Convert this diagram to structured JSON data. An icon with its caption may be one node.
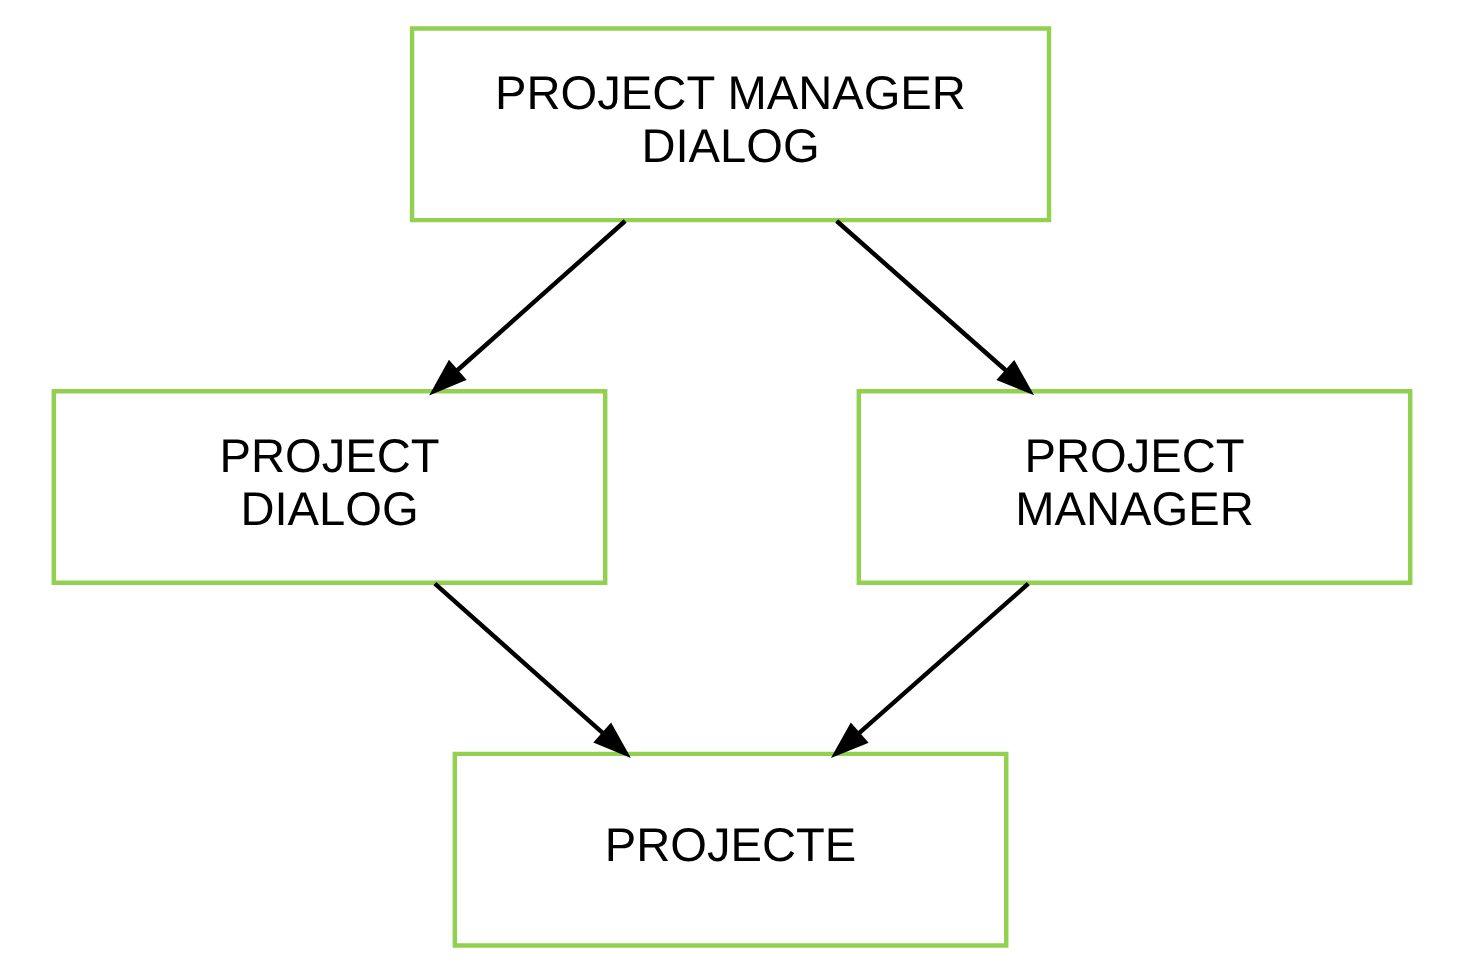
{
  "diagram": {
    "nodes": [
      {
        "text": [
          "PROJECT MANAGER DIALOG"
        ]
      },
      {
        "text": [
          "PROJECT DIALOG"
        ]
      },
      {
        "text": [
          "PROJECT MANAGER"
        ]
      },
      {
        "text": [
          "PROJECTE"
        ]
      }
    ],
    "edges": [
      {
        "from": 0,
        "to": 1,
        "arrow": "to"
      },
      {
        "from": 0,
        "to": 2,
        "arrow": "to"
      },
      {
        "from": 1,
        "to": 3,
        "arrow": "to"
      },
      {
        "from": 2,
        "to": 3,
        "arrow": "to"
      }
    ]
  }
}
